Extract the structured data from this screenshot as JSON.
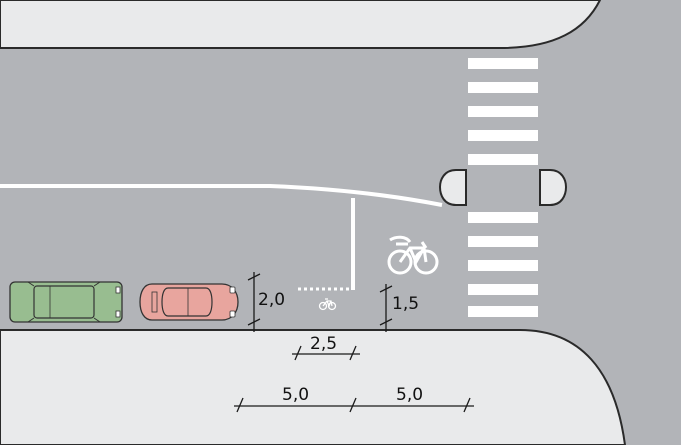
{
  "colors": {
    "road": "#b2b4b8",
    "sidewalk": "#e9eaeb",
    "curb": "#2a2a2a",
    "markings": "#ffffff",
    "dimension": "#1a1a1a",
    "car_green": "#98bd90",
    "car_red": "#e8a59e"
  },
  "icons": {
    "bicycle_large": "bicycle-icon",
    "bicycle_small": "bicycle-icon",
    "car_green": "sedan-car-icon",
    "car_red": "compact-car-icon"
  },
  "dimensions": {
    "parking_depth": "2,0",
    "bike_lane_offset": "1,5",
    "waiting_width": "2,5",
    "setback_a": "5,0",
    "setback_b": "5,0"
  }
}
